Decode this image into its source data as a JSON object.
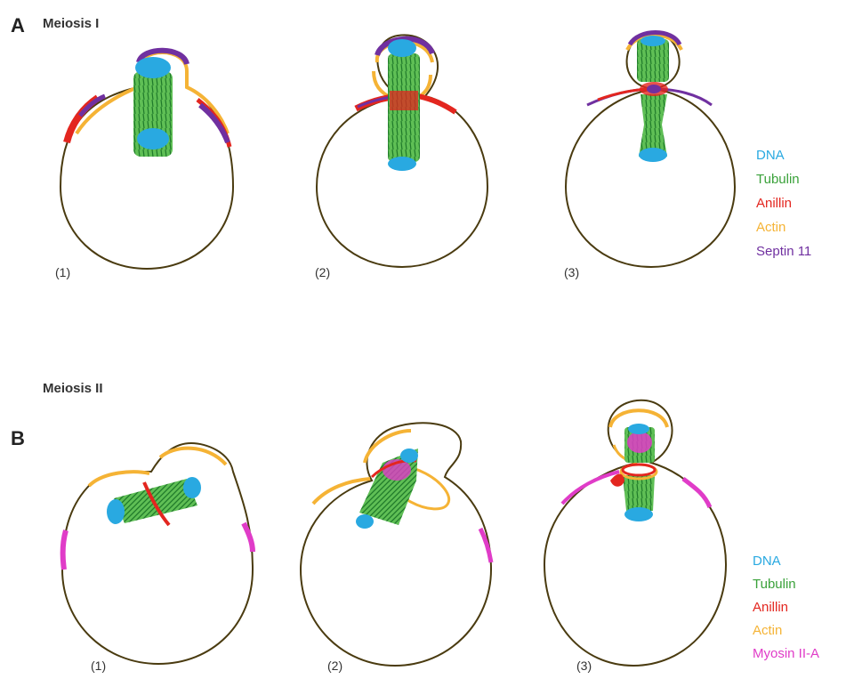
{
  "colors": {
    "dna": "#29a9e1",
    "tubulin": "#3aa13a",
    "anillin": "#e3261f",
    "actin": "#f5b335",
    "septin": "#7030a0",
    "myosin": "#e03cc8",
    "membrane": "#4a3b10"
  },
  "panel_a": {
    "letter": "A",
    "title": "Meiosis I",
    "stages": [
      "(1)",
      "(2)",
      "(3)"
    ],
    "legend": [
      {
        "label": "DNA",
        "color": "#29a9e1"
      },
      {
        "label": "Tubulin",
        "color": "#3aa13a"
      },
      {
        "label": "Anillin",
        "color": "#e3261f"
      },
      {
        "label": "Actin",
        "color": "#f5b335"
      },
      {
        "label": "Septin 11",
        "color": "#7030a0"
      }
    ]
  },
  "panel_b": {
    "letter": "B",
    "title": "Meiosis II",
    "stages": [
      "(1)",
      "(2)",
      "(3)"
    ],
    "legend": [
      {
        "label": "DNA",
        "color": "#29a9e1"
      },
      {
        "label": "Tubulin",
        "color": "#3aa13a"
      },
      {
        "label": "Anillin",
        "color": "#e3261f"
      },
      {
        "label": "Actin",
        "color": "#f5b335"
      },
      {
        "label": "Myosin II-A",
        "color": "#e03cc8"
      }
    ]
  }
}
